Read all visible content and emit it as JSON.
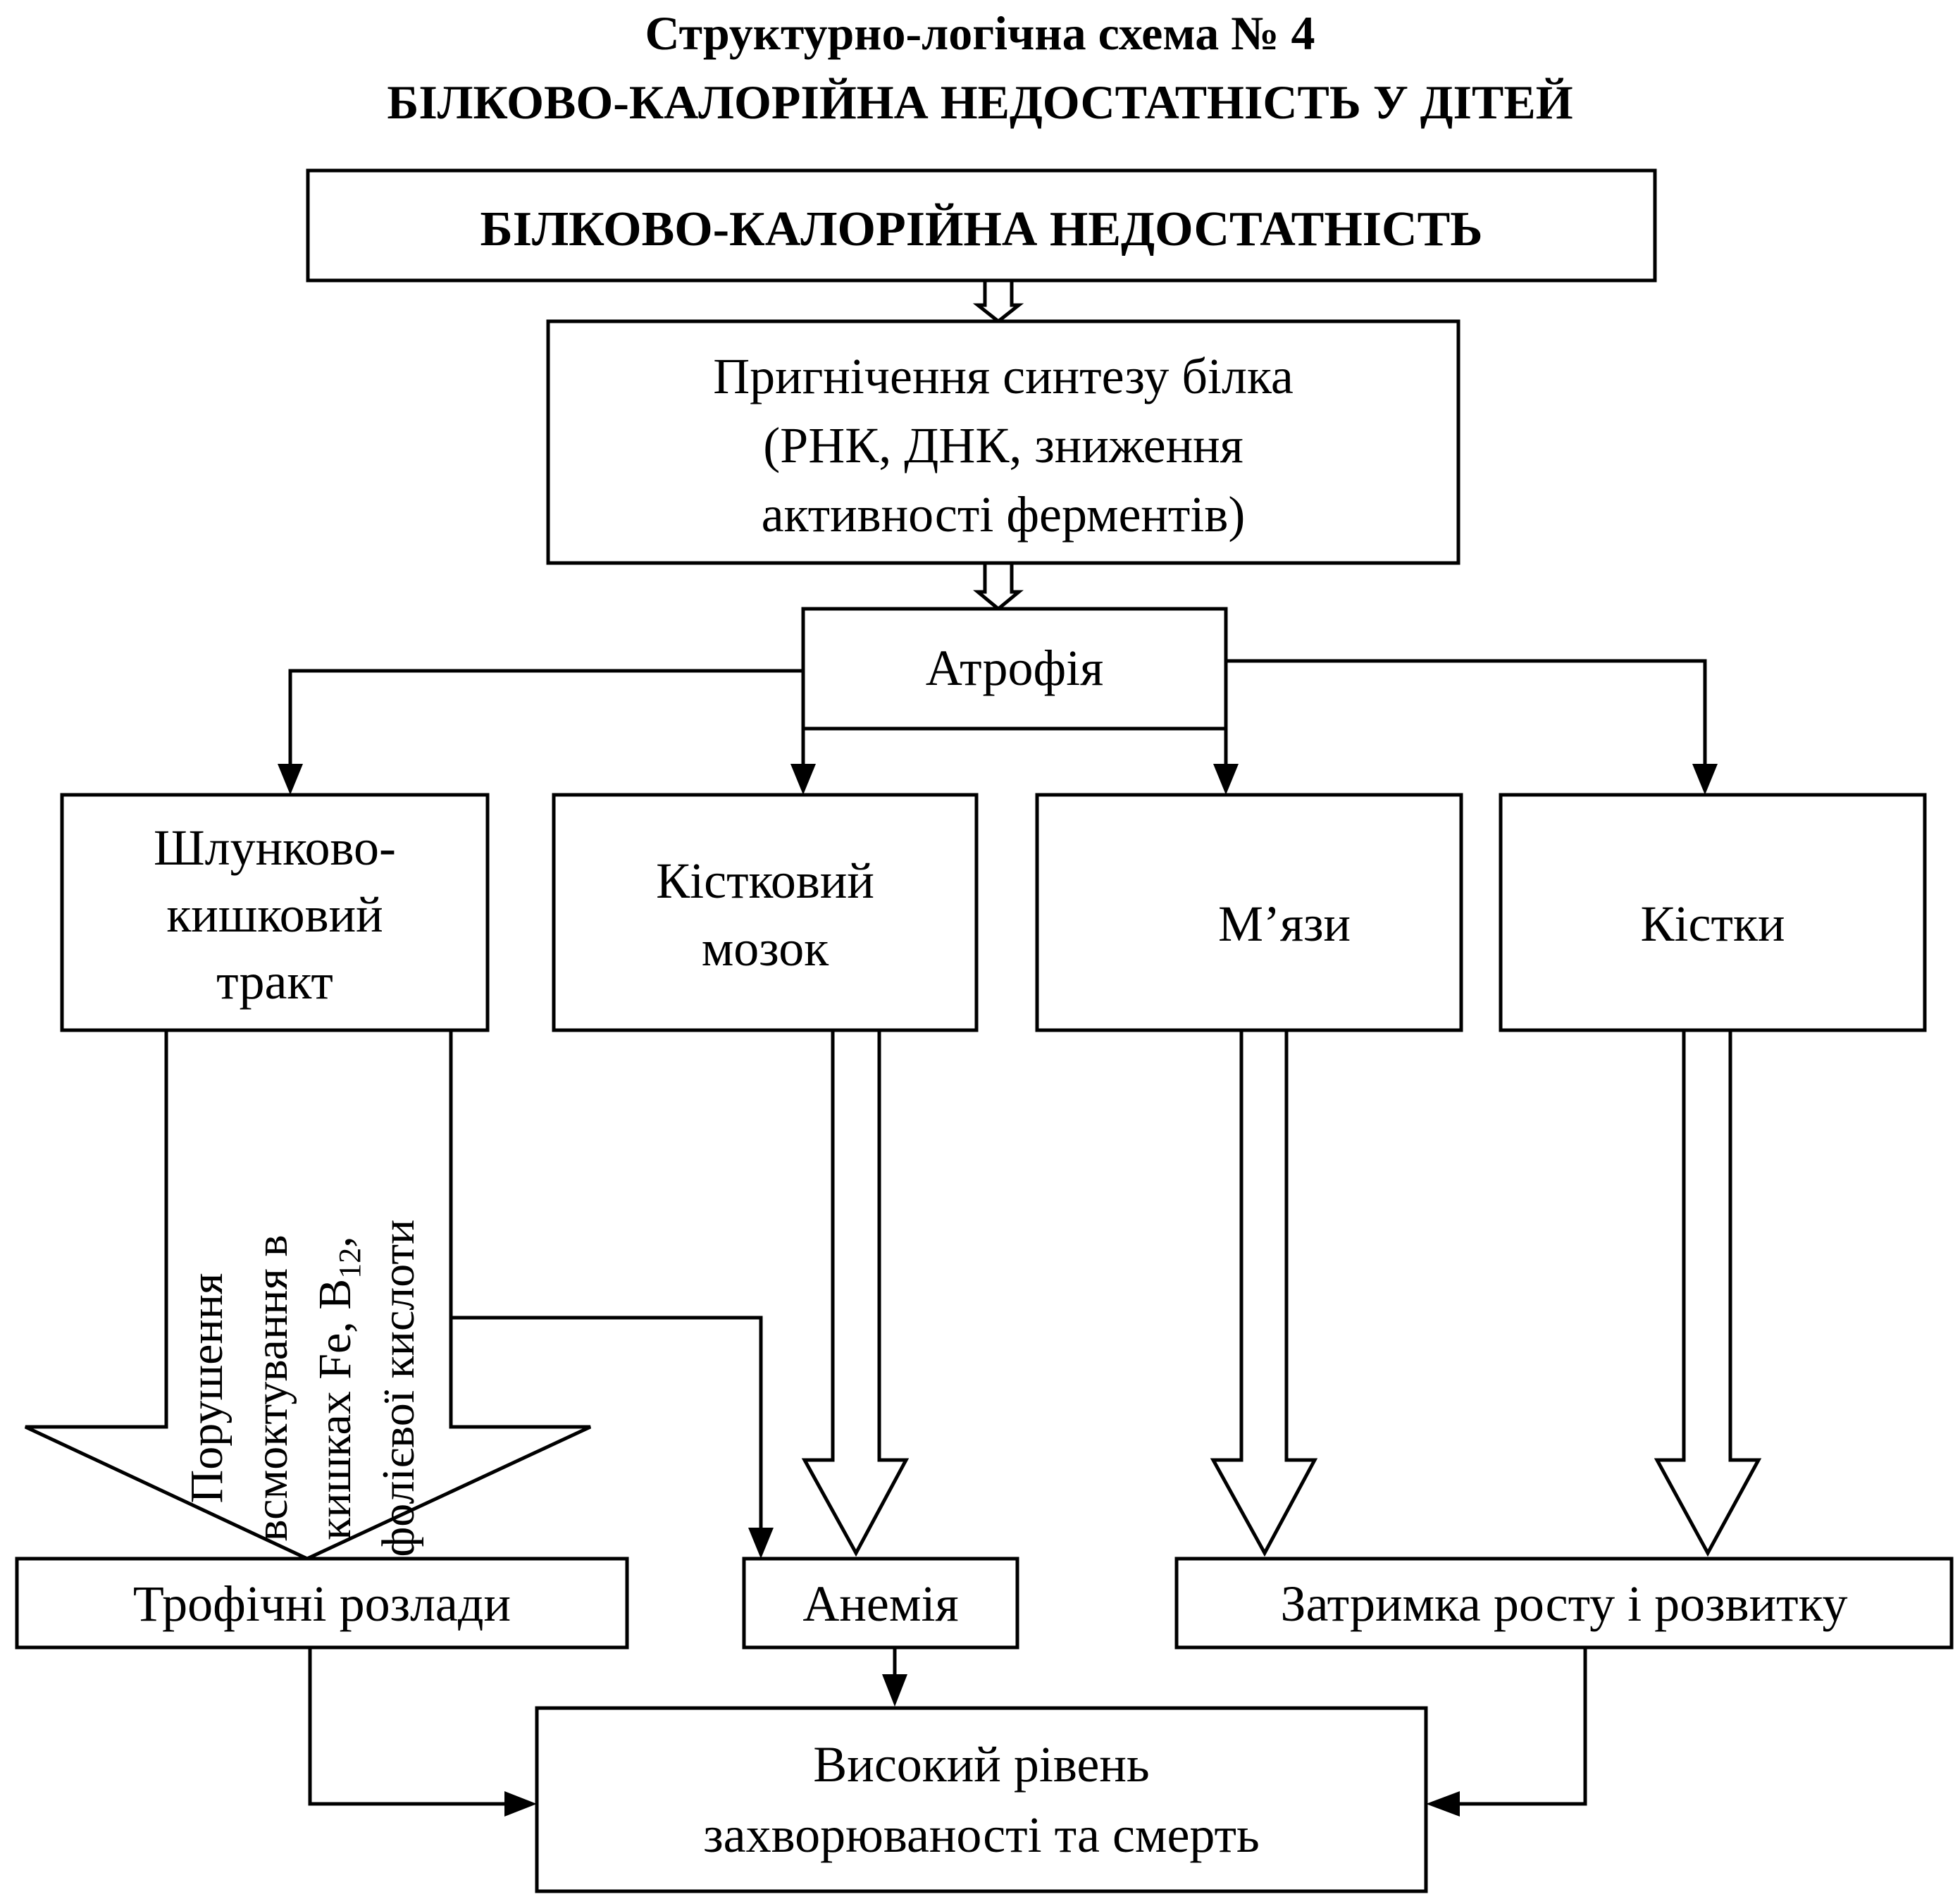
{
  "title": {
    "line1": "Структурно-логічна схема № 4",
    "line2": "БІЛКОВО-КАЛОРІЙНА НЕДОСТАТНІСТЬ У ДІТЕЙ"
  },
  "nodes": {
    "main": "БІЛКОВО-КАЛОРІЙНА НЕДОСТАТНІСТЬ",
    "protein_synthesis": [
      "Пригнічення синтезу білка",
      "(РНК, ДНК, зниження",
      "активності ферментів)"
    ],
    "atrophy": "Атрофія",
    "gi_tract": [
      "Шлунково-",
      "кишковий",
      "тракт"
    ],
    "bone_marrow": [
      "Кістковий",
      "мозок"
    ],
    "muscles": "М’язи",
    "bones": "Кістки",
    "trophic": "Трофічні розлади",
    "anemia": "Анемія",
    "growth_delay": "Затримка росту і розвитку",
    "outcome": [
      "Високий рівень",
      "захворюваності та смерть"
    ]
  },
  "arrow_label": {
    "line1": "Порушення",
    "line2": "всмоктування в",
    "line3_prefix": "кишках Fe, B",
    "line3_sub": "12",
    "line3_suffix": ",",
    "line4": "фолієвої кислоти"
  }
}
